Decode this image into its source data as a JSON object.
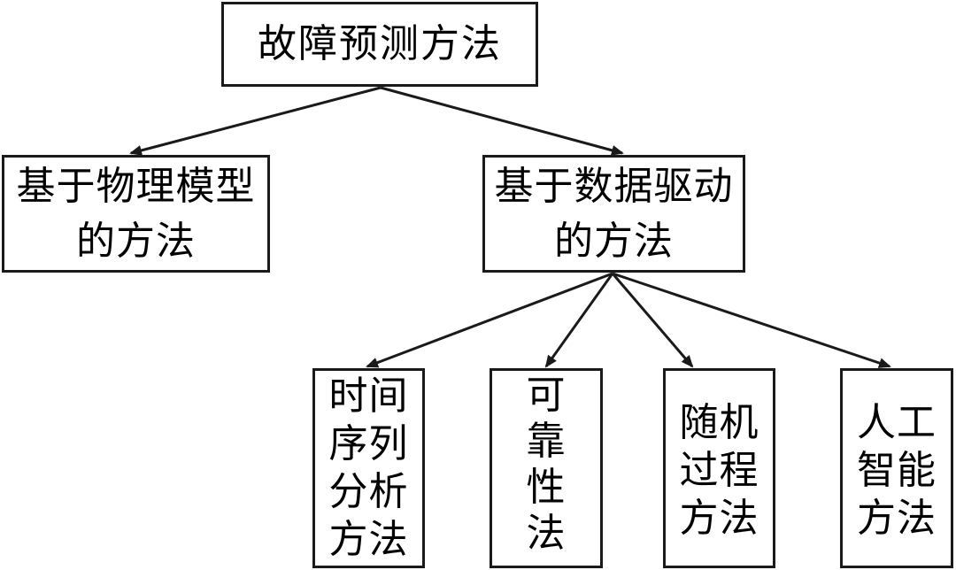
{
  "title": "故障预测方法",
  "nodes": {
    "root": {
      "label": "故障预测方法"
    },
    "physics": {
      "label": "基于物理模型\n的方法"
    },
    "data": {
      "label": "基于数据驱动\n的方法"
    },
    "timeseries": {
      "label": "时间\n序列\n分析\n方法"
    },
    "reliability": {
      "label": "可\n靠\n性\n法"
    },
    "stochastic": {
      "label": "随机\n过程\n方法"
    },
    "ai": {
      "label": "人工\n智能\n方法"
    }
  },
  "edges": [
    {
      "from": "root",
      "to": "physics"
    },
    {
      "from": "root",
      "to": "data"
    },
    {
      "from": "data",
      "to": "timeseries"
    },
    {
      "from": "data",
      "to": "reliability"
    },
    {
      "from": "data",
      "to": "stochastic"
    },
    {
      "from": "data",
      "to": "ai"
    }
  ],
  "colors": {
    "stroke": "#1a1a1a",
    "background": "#ffffff",
    "text": "#000000"
  }
}
